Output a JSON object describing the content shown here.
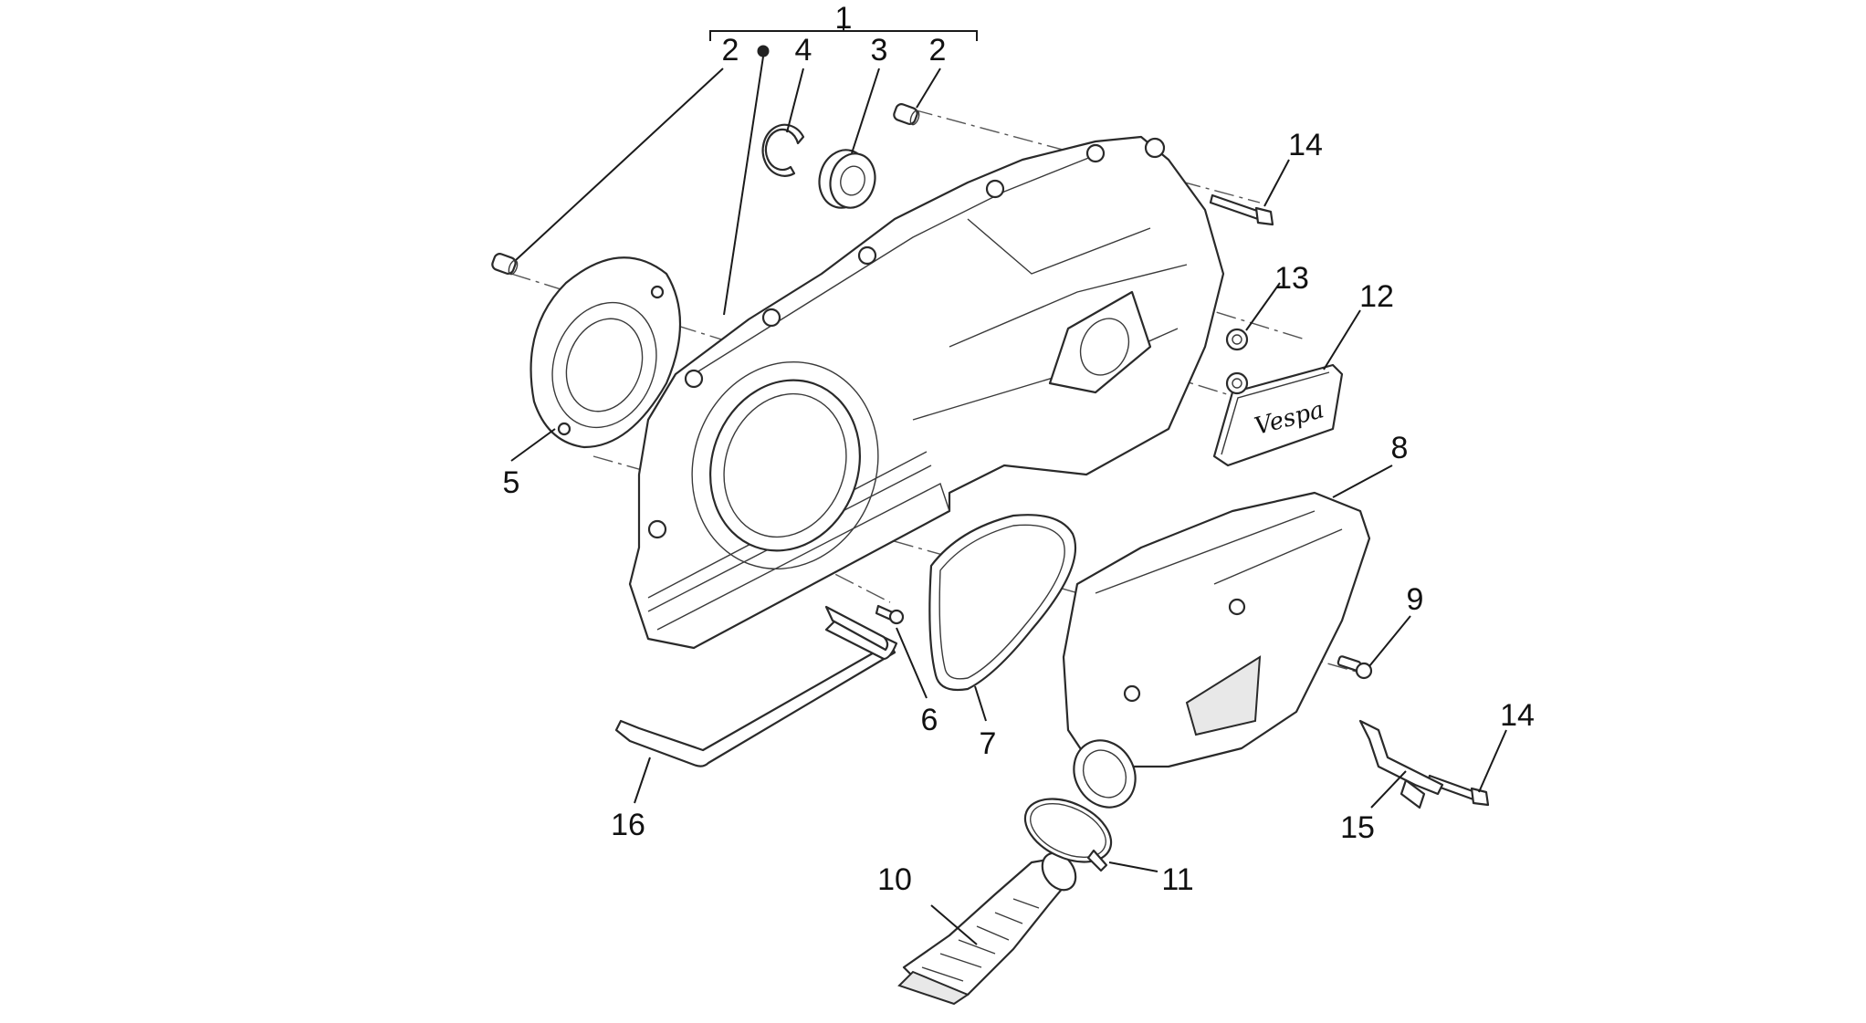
{
  "diagram": {
    "callouts": [
      {
        "id": "c1",
        "label": "1"
      },
      {
        "id": "c2a",
        "label": "2"
      },
      {
        "id": "c2b",
        "label": "2"
      },
      {
        "id": "c3",
        "label": "3"
      },
      {
        "id": "c4",
        "label": "4"
      },
      {
        "id": "c5",
        "label": "5"
      },
      {
        "id": "c6",
        "label": "6"
      },
      {
        "id": "c7",
        "label": "7"
      },
      {
        "id": "c8",
        "label": "8"
      },
      {
        "id": "c9",
        "label": "9"
      },
      {
        "id": "c10",
        "label": "10"
      },
      {
        "id": "c11",
        "label": "11"
      },
      {
        "id": "c12",
        "label": "12"
      },
      {
        "id": "c13",
        "label": "13"
      },
      {
        "id": "c14a",
        "label": "14"
      },
      {
        "id": "c14b",
        "label": "14"
      },
      {
        "id": "c15",
        "label": "15"
      },
      {
        "id": "c16",
        "label": "16"
      }
    ],
    "logo_text": "Vespa"
  }
}
